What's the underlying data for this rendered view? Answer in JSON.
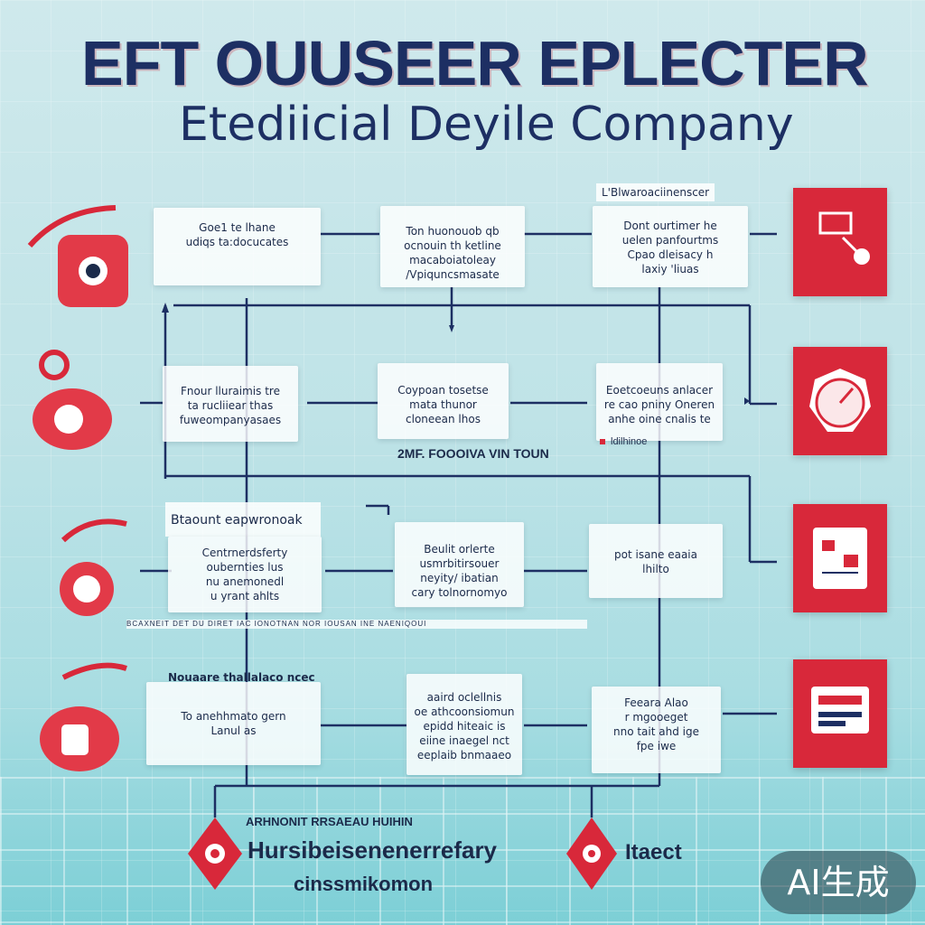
{
  "header": {
    "title": "EFT OUUSEER EPLECTER",
    "subtitle": "Etediicial Deyile Company"
  },
  "boxes": [
    {
      "id": "b1",
      "text": "Goe1 te lhane\nudiqs ta:docucates"
    },
    {
      "id": "b2",
      "text": "Ton huonouob qb\nocnouin th ketline\nmacaboiatoleay\n/Vpiquncsmasate"
    },
    {
      "id": "b3",
      "header": "L'Blwaroaciinenscer",
      "text": "Dont ourtimer he\nuelen panfourtms\nCpao dleisacy h\nlaxiy 'liuas"
    },
    {
      "id": "b4",
      "text": "Fnour lluraimis tre\nta rucliiear thas\nfuweompanyasaes"
    },
    {
      "id": "b5",
      "text": "Coypoan tosetse\nmata thunor\ncloneean    lhos"
    },
    {
      "id": "b6",
      "text": "Eoetcoeuns anlacer\nre cao pniny Oneren\nanhe oine cnalis te"
    },
    {
      "id": "b7",
      "header": "Btaount eapwronoak",
      "text": "Centrnerdsferty\noubernties lus\nnu anemonedl\nu yrant ahlts"
    },
    {
      "id": "b8",
      "text": "Beulit orlerte\nusmrbitirsouer\nneyity/ ibatian\ncary tolnornomyo"
    },
    {
      "id": "b9",
      "text": "pot isane eaaia\nlhilto"
    },
    {
      "id": "b10",
      "header": "Nouaare thallalaco ncec",
      "text": "To anehhmato gern\nLanul as"
    },
    {
      "id": "b11",
      "text": "aaird oclellnis\noe athcoonsiomun\nepidd hiteaic is\neiine inaegel nct\neeplaib bnmaaeo"
    },
    {
      "id": "b12",
      "text": "Feeara Alao\nr mgooeget\nnno tait ahd ige\nfpe iwe"
    }
  ],
  "notes": {
    "mid_label": "2MF. FOOOIVA VIN TOUN",
    "b6_sub": "ldilhinoe",
    "strip": "BCAXNEIT DET DU DIRET IAC IONOTNAN NOR IOUSAN INE NAENIQOUI",
    "bottom_caption": "ARHNONIT RRSAEAU HUIHIN",
    "bottom_left_title": "Hursibeisenenerrefary",
    "bottom_left_sub": "cinssmikomon",
    "bottom_right": "Itaect"
  },
  "badge": "AI生成",
  "colors": {
    "navy": "#1d2f63",
    "red": "#d8283a",
    "bg": "#bfe3e7"
  },
  "icons": {
    "tiles": [
      "tools-icon",
      "gauge-icon",
      "circuit-board-icon",
      "device-panel-icon"
    ],
    "left": [
      "stethoscope-icon",
      "pill-icon",
      "heart-monitor-icon",
      "medical-kit-icon"
    ]
  }
}
